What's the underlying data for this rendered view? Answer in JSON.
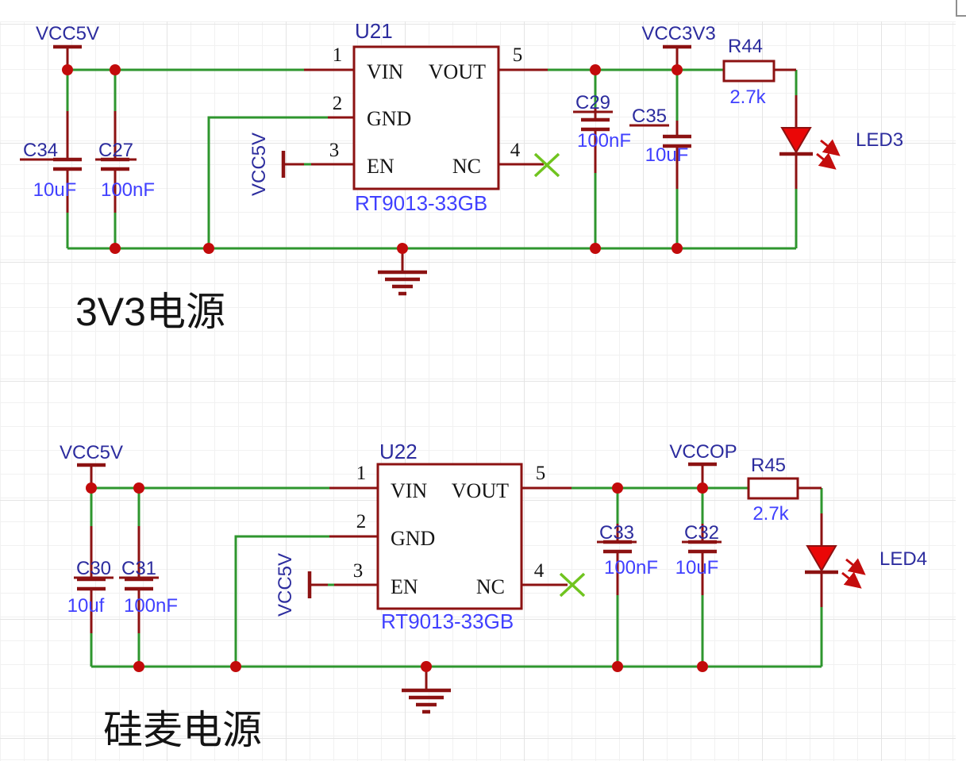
{
  "colors": {
    "wire_green": "#2e962e",
    "component_dark_red": "#8c1212",
    "junction_red": "#c20b0b",
    "led_fill_red": "#ea0707",
    "designator_navy": "#2c2c9e",
    "value_blue": "#4040ff",
    "no_connect_green": "#70c41f",
    "grid_line": "#f1f1f1"
  },
  "circuits": [
    {
      "title": "3V3电源",
      "input_power_net": "VCC5V",
      "en_power_net": "VCC5V",
      "output_power_net": "VCC3V3",
      "regulator": {
        "designator": "U21",
        "part": "RT9013-33GB",
        "pins": {
          "vin": {
            "number": "1",
            "name": "VIN"
          },
          "gnd": {
            "number": "2",
            "name": "GND"
          },
          "en": {
            "number": "3",
            "name": "EN"
          },
          "nc": {
            "number": "4",
            "name": "NC"
          },
          "vout": {
            "number": "5",
            "name": "VOUT"
          }
        }
      },
      "input_caps": [
        {
          "designator": "C34",
          "value": "10uF"
        },
        {
          "designator": "C27",
          "value": "100nF"
        }
      ],
      "output_caps": [
        {
          "designator": "C29",
          "value": "100nF"
        },
        {
          "designator": "C35",
          "value": "10uF"
        }
      ],
      "led_resistor": {
        "designator": "R44",
        "value": "2.7k"
      },
      "led": {
        "designator": "LED3"
      }
    },
    {
      "title": "硅麦电源",
      "input_power_net": "VCC5V",
      "en_power_net": "VCC5V",
      "output_power_net": "VCCOP",
      "regulator": {
        "designator": "U22",
        "part": "RT9013-33GB",
        "pins": {
          "vin": {
            "number": "1",
            "name": "VIN"
          },
          "gnd": {
            "number": "2",
            "name": "GND"
          },
          "en": {
            "number": "3",
            "name": "EN"
          },
          "nc": {
            "number": "4",
            "name": "NC"
          },
          "vout": {
            "number": "5",
            "name": "VOUT"
          }
        }
      },
      "input_caps": [
        {
          "designator": "C30",
          "value": "10uf"
        },
        {
          "designator": "C31",
          "value": "100nF"
        }
      ],
      "output_caps": [
        {
          "designator": "C33",
          "value": "100nF"
        },
        {
          "designator": "C32",
          "value": "10uF"
        }
      ],
      "led_resistor": {
        "designator": "R45",
        "value": "2.7k"
      },
      "led": {
        "designator": "LED4"
      }
    }
  ]
}
